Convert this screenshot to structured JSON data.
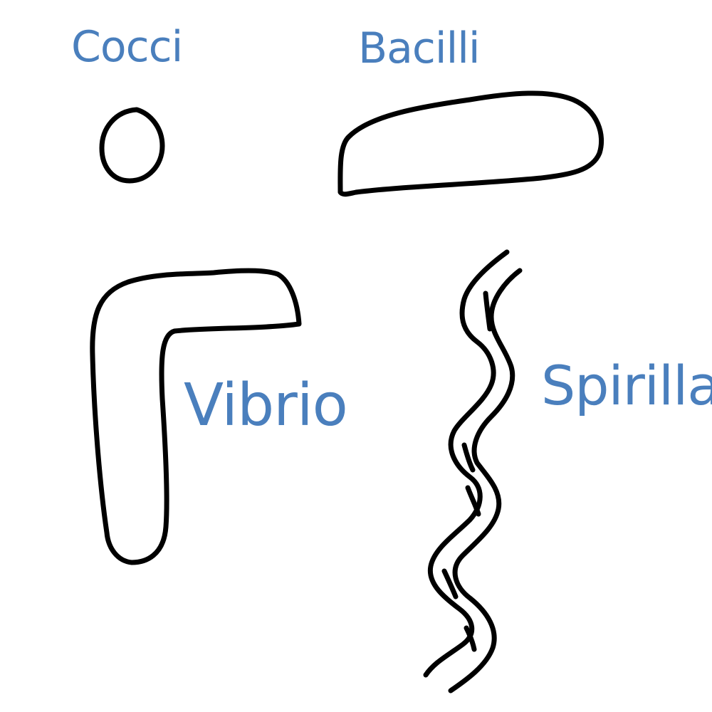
{
  "ink_color": "#000000",
  "label_color": "#4a7fbd",
  "labels": {
    "cocci": "Cocci",
    "bacilli": "Bacilli",
    "vibrio": "Vibrio",
    "spirilla": "Spirilla"
  }
}
